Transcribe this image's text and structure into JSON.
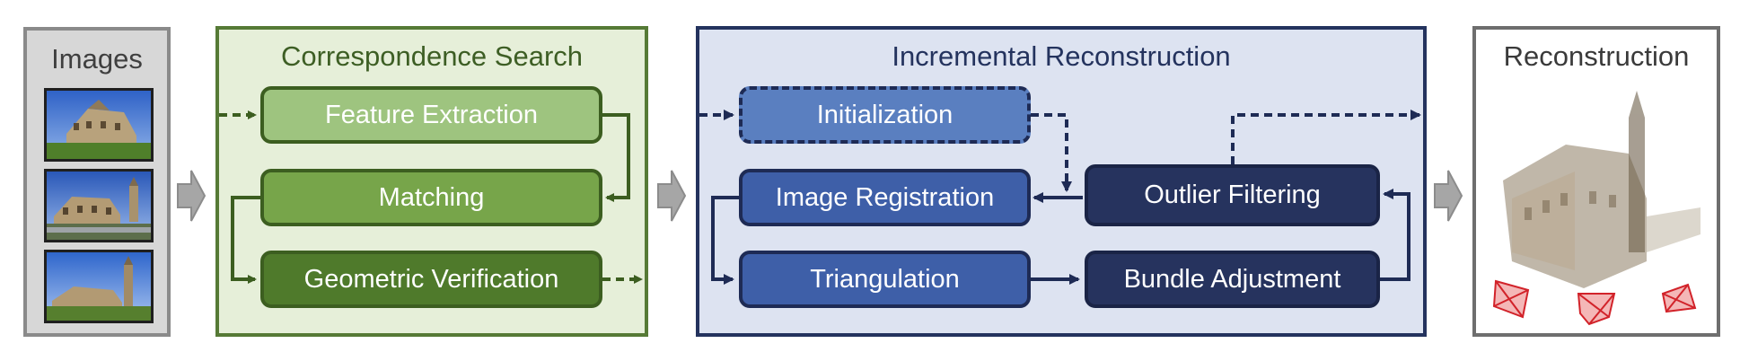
{
  "panels": {
    "images": {
      "title": "Images"
    },
    "correspondence": {
      "title": "Correspondence Search"
    },
    "incremental": {
      "title": "Incremental Reconstruction"
    },
    "reconstruction": {
      "title": "Reconstruction"
    }
  },
  "nodes": {
    "feature_extraction": "Feature Extraction",
    "matching": "Matching",
    "geometric_verification": "Geometric Verification",
    "initialization": "Initialization",
    "image_registration": "Image Registration",
    "triangulation": "Triangulation",
    "outlier_filtering": "Outlier Filtering",
    "bundle_adjustment": "Bundle Adjustment"
  },
  "colors": {
    "green_light": "#9ec47f",
    "green_mid": "#77a54a",
    "green_dark": "#4f7a2b",
    "green_border": "#3c5e20",
    "blue_light": "#5a7fc0",
    "blue_mid": "#3e5fa8",
    "blue_dark": "#26335e",
    "blue_border": "#1e2b55",
    "gray_arrow": "#a6a6a6"
  }
}
